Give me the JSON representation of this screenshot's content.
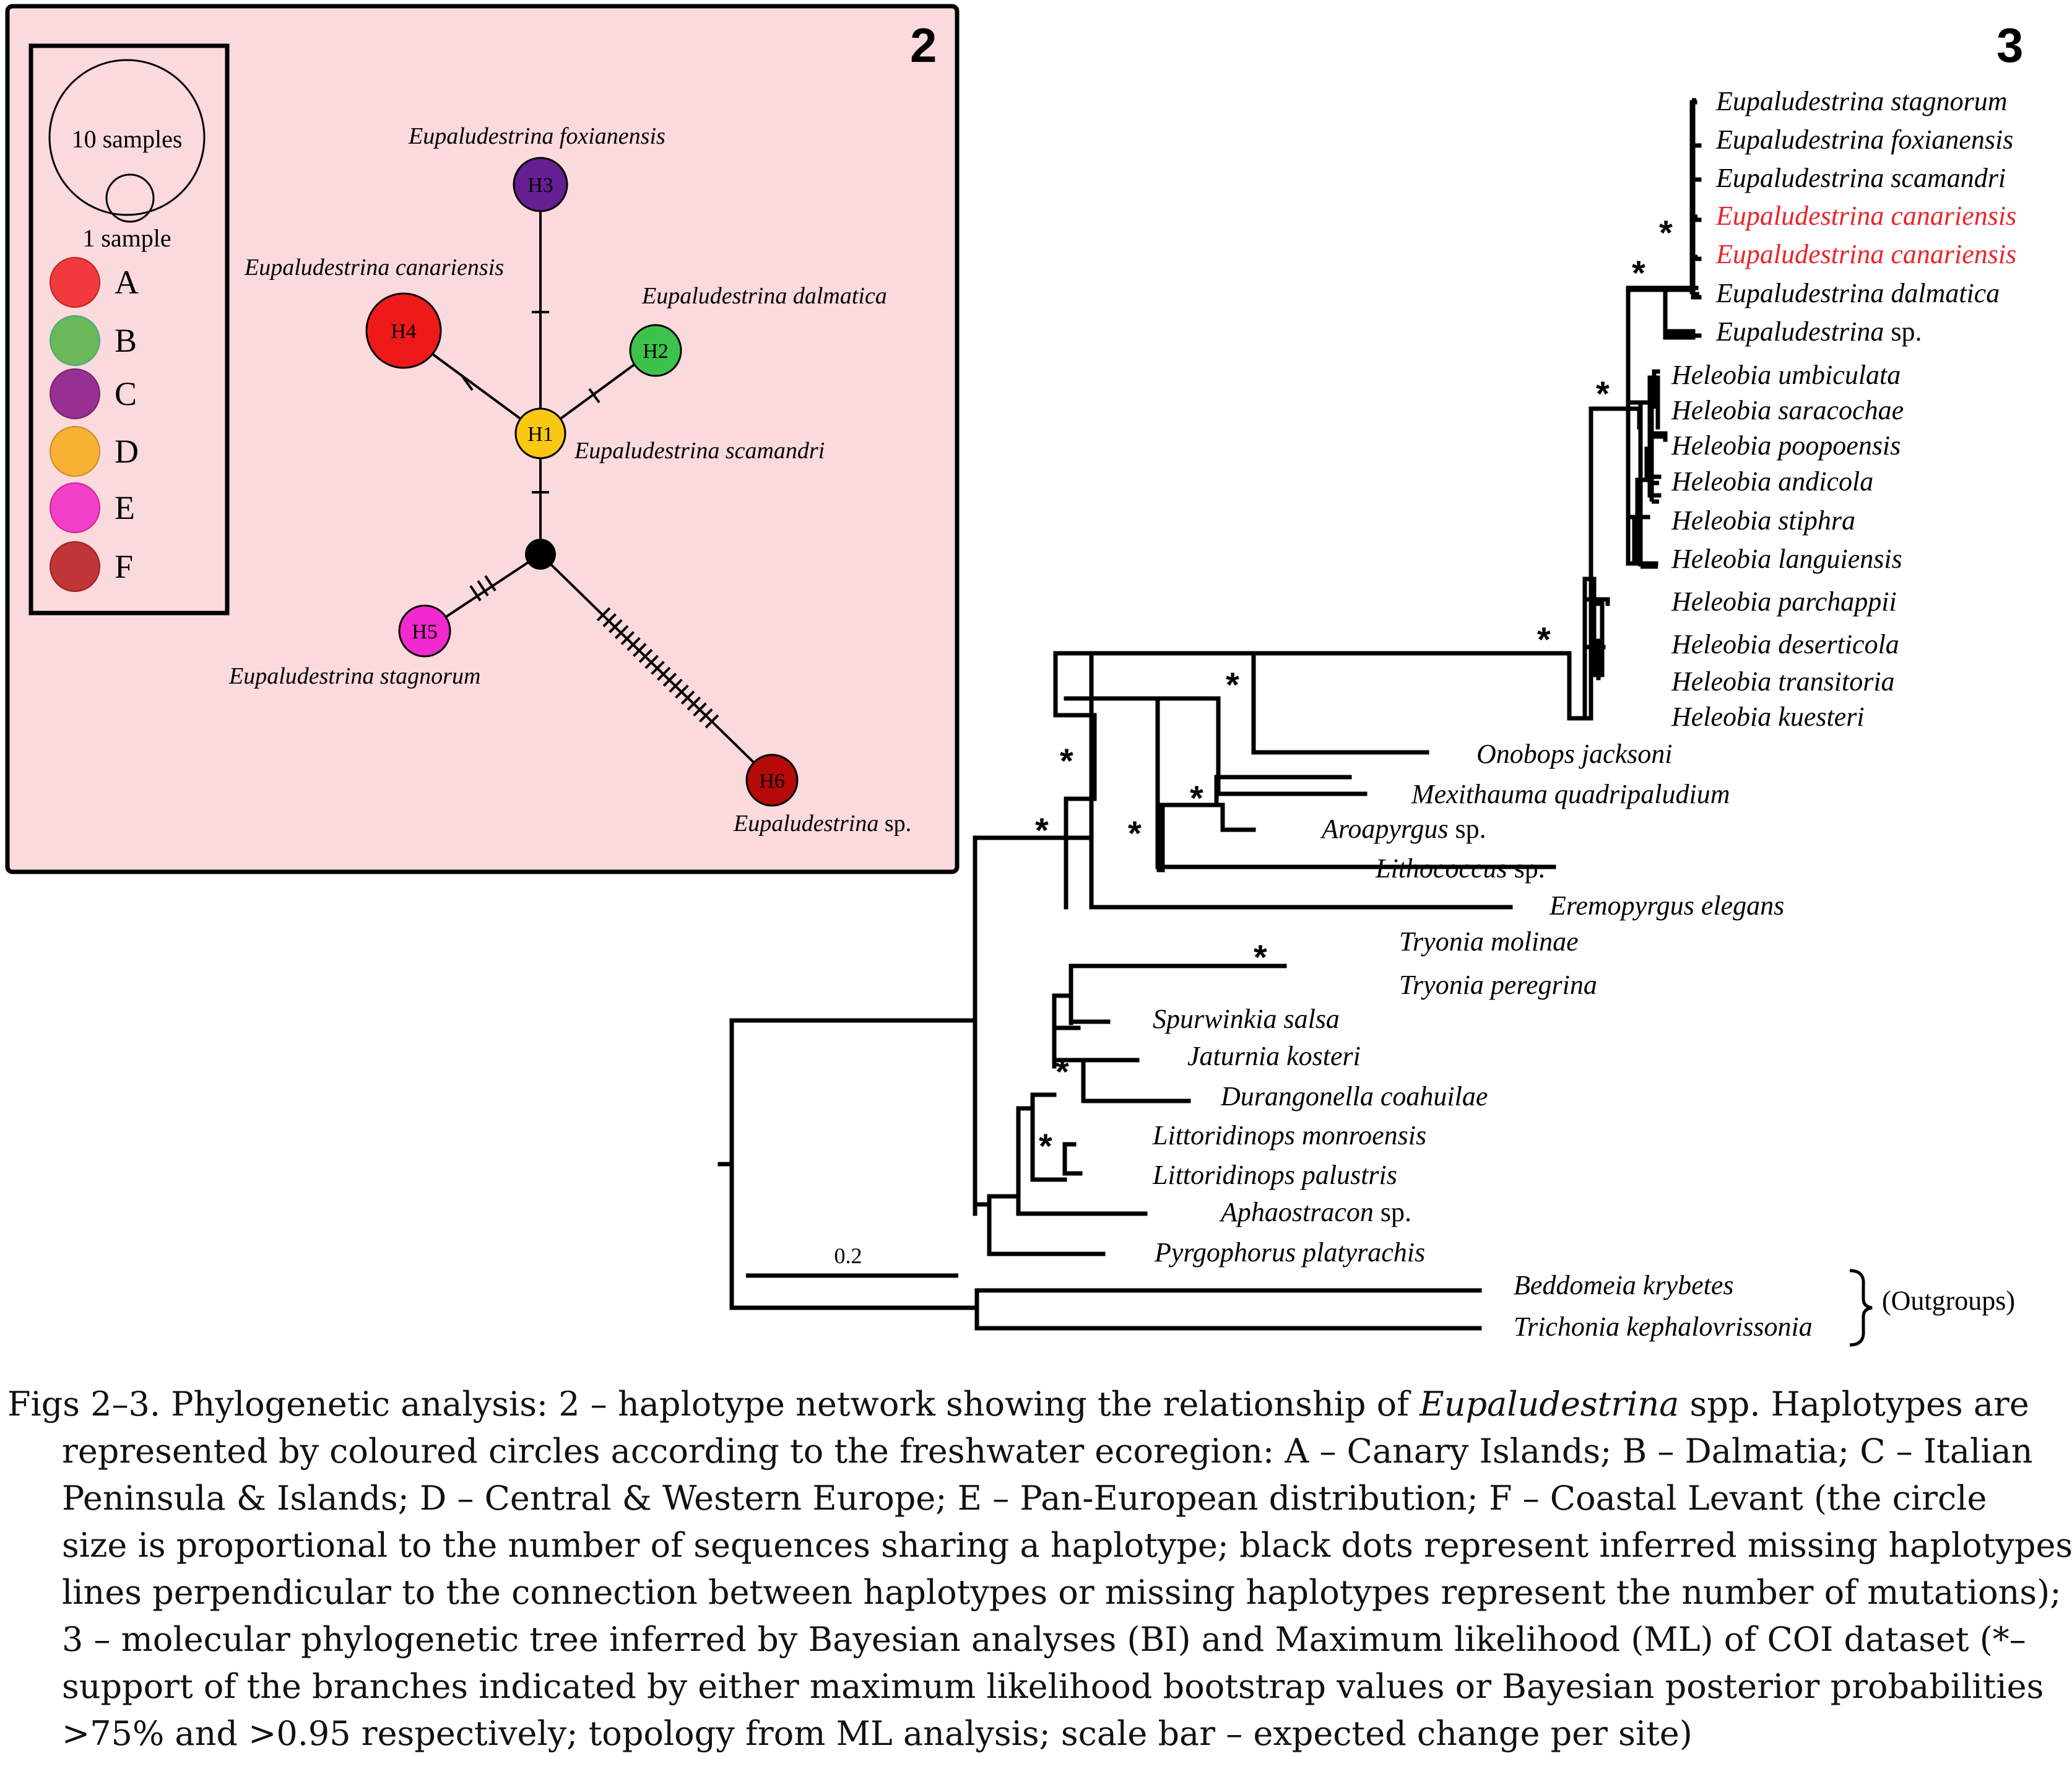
{
  "figure": {
    "panel2": {
      "number": "2",
      "legend": {
        "large_label": "10 samples",
        "small_label": "1 sample",
        "regions": [
          {
            "letter": "A",
            "color": "#f03a3d"
          },
          {
            "letter": "B",
            "color": "#6cb757"
          },
          {
            "letter": "C",
            "color": "#983093"
          },
          {
            "letter": "D",
            "color": "#f7b234"
          },
          {
            "letter": "E",
            "color": "#f23fc7"
          },
          {
            "letter": "F",
            "color": "#c03536"
          }
        ]
      },
      "haplotypes": [
        {
          "id": "H1",
          "species": "Eupaludestrina scamandri",
          "color": "#f9c813"
        },
        {
          "id": "H2",
          "species": "Eupaludestrina dalmatica",
          "color": "#3dc34b"
        },
        {
          "id": "H3",
          "species": "Eupaludestrina foxianensis",
          "color": "#661e93"
        },
        {
          "id": "H4",
          "species": "Eupaludestrina canariensis",
          "color": "#ee1a1a"
        },
        {
          "id": "H5",
          "species": "Eupaludestrina stagnorum",
          "color": "#f229cf"
        },
        {
          "id": "H6",
          "species": "Eupaludestrina",
          "species_suffix": " sp.",
          "color": "#b40a0a"
        }
      ]
    },
    "panel3": {
      "number": "3",
      "support_symbol": "*",
      "scale_bar": "0.2",
      "outgroups_label": "(Outgroups)",
      "taxa": [
        {
          "name": "Eupaludestrina stagnorum",
          "suffix": ""
        },
        {
          "name": "Eupaludestrina foxianensis",
          "suffix": ""
        },
        {
          "name": "Eupaludestrina scamandri",
          "suffix": ""
        },
        {
          "name": "Eupaludestrina canariensis",
          "suffix": "",
          "highlight": true
        },
        {
          "name": "Eupaludestrina canariensis",
          "suffix": "",
          "highlight": true
        },
        {
          "name": "Eupaludestrina dalmatica",
          "suffix": ""
        },
        {
          "name": "Eupaludestrina",
          "suffix": " sp."
        },
        {
          "name": "Heleobia umbiculata",
          "suffix": ""
        },
        {
          "name": "Heleobia saracochae",
          "suffix": ""
        },
        {
          "name": "Heleobia poopoensis",
          "suffix": ""
        },
        {
          "name": "Heleobia andicola",
          "suffix": ""
        },
        {
          "name": "Heleobia stiphra",
          "suffix": ""
        },
        {
          "name": "Heleobia languiensis",
          "suffix": ""
        },
        {
          "name": "Heleobia parchappii",
          "suffix": ""
        },
        {
          "name": "Heleobia deserticola",
          "suffix": ""
        },
        {
          "name": "Heleobia transitoria",
          "suffix": ""
        },
        {
          "name": "Heleobia kuesteri",
          "suffix": ""
        },
        {
          "name": "Onobops jacksoni",
          "suffix": ""
        },
        {
          "name": "Mexithauma quadripaludium",
          "suffix": ""
        },
        {
          "name": "Aroapyrgus",
          "suffix": " sp."
        },
        {
          "name": "Lithococcus",
          "suffix": " sp."
        },
        {
          "name": "Eremopyrgus elegans",
          "suffix": ""
        },
        {
          "name": "Tryonia molinae",
          "suffix": ""
        },
        {
          "name": "Tryonia peregrina",
          "suffix": ""
        },
        {
          "name": "Spurwinkia salsa",
          "suffix": ""
        },
        {
          "name": "Jaturnia kosteri",
          "suffix": ""
        },
        {
          "name": "Durangonella coahuilae",
          "suffix": ""
        },
        {
          "name": "Littoridinops monroensis",
          "suffix": ""
        },
        {
          "name": "Littoridinops palustris",
          "suffix": ""
        },
        {
          "name": "Aphaostracon",
          "suffix": " sp."
        },
        {
          "name": "Pyrgophorus platyrachis",
          "suffix": ""
        },
        {
          "name": "Beddomeia krybetes",
          "suffix": ""
        },
        {
          "name": "Trichonia kephalovrissonia",
          "suffix": ""
        }
      ]
    }
  },
  "caption": {
    "l1a": "Figs 2–3. Phylogenetic analysis: 2 – haplotype network showing the relationship of ",
    "l1i": "Eupaludestrina",
    "l1b": " spp. Haplotypes are",
    "l2": "represented by coloured circles according to the freshwater ecoregion: A – Canary Islands; B – Dalmatia; C – Italian",
    "l3": "Peninsula & Islands; D – Central & Western Europe; E – Pan-European distribution; F – Coastal Levant (the circle",
    "l4": "size is proportional to the number of sequences sharing a haplotype; black dots represent inferred missing haplotypes;",
    "l5": "lines perpendicular to the connection between haplotypes or missing haplotypes represent the number of mutations);",
    "l6": "3 – molecular phylogenetic tree inferred by Bayesian analyses (BI) and Maximum likelihood (ML) of COI dataset (*–",
    "l7": "support of the branches indicated by either maximum likelihood bootstrap values or Bayesian posterior probabilities",
    "l8": ">75% and >0.95 respectively; topology from ML analysis; scale bar – expected change per site)"
  }
}
